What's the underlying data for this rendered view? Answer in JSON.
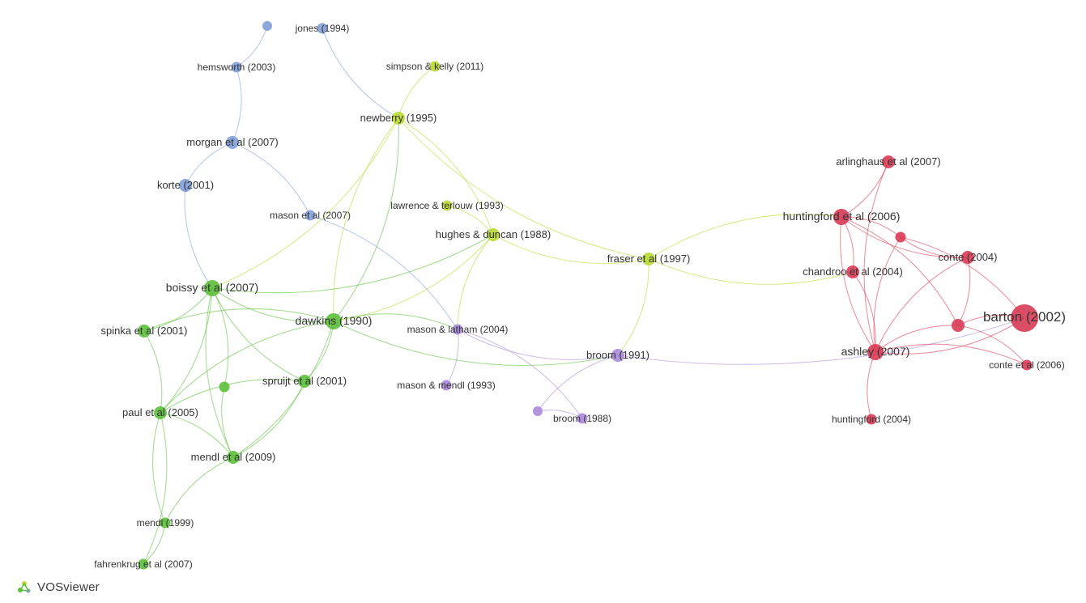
{
  "brand": {
    "name": "VOSviewer",
    "icon": "vosviewer-logo-icon"
  },
  "clusters": {
    "blue": "#7f9fd8",
    "yellow": "#b9d832",
    "green": "#5cbf3a",
    "purple": "#a98ad9",
    "red": "#d83a55"
  },
  "nodes": [
    {
      "id": "n1",
      "label": "",
      "cluster": "blue",
      "weight": 1
    },
    {
      "id": "n2",
      "label": "jones (1994)",
      "cluster": "blue",
      "weight": 2
    },
    {
      "id": "n3",
      "label": "hemsworth (2003)",
      "cluster": "blue",
      "weight": 2
    },
    {
      "id": "n4",
      "label": "morgan et al (2007)",
      "cluster": "blue",
      "weight": 3
    },
    {
      "id": "n5",
      "label": "korte (2001)",
      "cluster": "blue",
      "weight": 3
    },
    {
      "id": "n6",
      "label": "mason et al (2007)",
      "cluster": "blue",
      "weight": 2
    },
    {
      "id": "n7",
      "label": "simpson & kelly (2011)",
      "cluster": "yellow",
      "weight": 2
    },
    {
      "id": "n8",
      "label": "newberry (1995)",
      "cluster": "yellow",
      "weight": 3
    },
    {
      "id": "n9",
      "label": "lawrence & terlouw (1993)",
      "cluster": "yellow",
      "weight": 2
    },
    {
      "id": "n10",
      "label": "hughes & duncan (1988)",
      "cluster": "yellow",
      "weight": 3
    },
    {
      "id": "n11",
      "label": "fraser et al (1997)",
      "cluster": "yellow",
      "weight": 3
    },
    {
      "id": "n12",
      "label": "boissy et al (2007)",
      "cluster": "green",
      "weight": 4
    },
    {
      "id": "n13",
      "label": "dawkins (1990)",
      "cluster": "green",
      "weight": 4
    },
    {
      "id": "n14",
      "label": "spinka et al (2001)",
      "cluster": "green",
      "weight": 3
    },
    {
      "id": "n15",
      "label": "spruijt et al (2001)",
      "cluster": "green",
      "weight": 3
    },
    {
      "id": "n16",
      "label": "",
      "cluster": "green",
      "weight": 2
    },
    {
      "id": "n17",
      "label": "paul et al (2005)",
      "cluster": "green",
      "weight": 3
    },
    {
      "id": "n18",
      "label": "mendl et al (2009)",
      "cluster": "green",
      "weight": 3
    },
    {
      "id": "n19",
      "label": "mendl (1999)",
      "cluster": "green",
      "weight": 2
    },
    {
      "id": "n20",
      "label": "fahrenkrug et al (2007)",
      "cluster": "green",
      "weight": 2
    },
    {
      "id": "n21",
      "label": "mason & latham (2004)",
      "cluster": "purple",
      "weight": 2
    },
    {
      "id": "n22",
      "label": "mason & mendl (1993)",
      "cluster": "purple",
      "weight": 2
    },
    {
      "id": "n23",
      "label": "broom (1991)",
      "cluster": "purple",
      "weight": 3
    },
    {
      "id": "n24",
      "label": "",
      "cluster": "purple",
      "weight": 1
    },
    {
      "id": "n25",
      "label": "broom (1988)",
      "cluster": "purple",
      "weight": 2
    },
    {
      "id": "n26",
      "label": "arlinghaus et al (2007)",
      "cluster": "red",
      "weight": 3
    },
    {
      "id": "n27",
      "label": "huntingford et al (2006)",
      "cluster": "red",
      "weight": 4
    },
    {
      "id": "n28",
      "label": "",
      "cluster": "red",
      "weight": 2
    },
    {
      "id": "n29",
      "label": "conte (2004)",
      "cluster": "red",
      "weight": 3
    },
    {
      "id": "n30",
      "label": "chandroo et al (2004)",
      "cluster": "red",
      "weight": 3
    },
    {
      "id": "n31",
      "label": "barton (2002)",
      "cluster": "red",
      "weight": 6
    },
    {
      "id": "n32",
      "label": "",
      "cluster": "red",
      "weight": 3
    },
    {
      "id": "n33",
      "label": "ashley (2007)",
      "cluster": "red",
      "weight": 4
    },
    {
      "id": "n34",
      "label": "conte et al (2006)",
      "cluster": "red",
      "weight": 2
    },
    {
      "id": "n35",
      "label": "huntingford (2004)",
      "cluster": "red",
      "weight": 2
    }
  ],
  "links": [
    [
      "n1",
      "n3"
    ],
    [
      "n2",
      "n8"
    ],
    [
      "n3",
      "n4"
    ],
    [
      "n4",
      "n5"
    ],
    [
      "n4",
      "n6"
    ],
    [
      "n5",
      "n12"
    ],
    [
      "n6",
      "n21"
    ],
    [
      "n7",
      "n8"
    ],
    [
      "n8",
      "n10"
    ],
    [
      "n8",
      "n11"
    ],
    [
      "n8",
      "n12"
    ],
    [
      "n8",
      "n13"
    ],
    [
      "n9",
      "n10"
    ],
    [
      "n10",
      "n11"
    ],
    [
      "n10",
      "n13"
    ],
    [
      "n10",
      "n21"
    ],
    [
      "n11",
      "n27"
    ],
    [
      "n11",
      "n30"
    ],
    [
      "n11",
      "n23"
    ],
    [
      "n12",
      "n13"
    ],
    [
      "n12",
      "n14"
    ],
    [
      "n12",
      "n15"
    ],
    [
      "n12",
      "n17"
    ],
    [
      "n12",
      "n18"
    ],
    [
      "n12",
      "n16"
    ],
    [
      "n13",
      "n14"
    ],
    [
      "n13",
      "n15"
    ],
    [
      "n13",
      "n17"
    ],
    [
      "n13",
      "n18"
    ],
    [
      "n13",
      "n23"
    ],
    [
      "n13",
      "n21"
    ],
    [
      "n13",
      "n8"
    ],
    [
      "n14",
      "n17"
    ],
    [
      "n15",
      "n17"
    ],
    [
      "n15",
      "n18"
    ],
    [
      "n16",
      "n18"
    ],
    [
      "n17",
      "n18"
    ],
    [
      "n17",
      "n19"
    ],
    [
      "n17",
      "n20"
    ],
    [
      "n18",
      "n19"
    ],
    [
      "n19",
      "n20"
    ],
    [
      "n12",
      "n10"
    ],
    [
      "n21",
      "n22"
    ],
    [
      "n21",
      "n23"
    ],
    [
      "n21",
      "n25"
    ],
    [
      "n23",
      "n24"
    ],
    [
      "n24",
      "n25"
    ],
    [
      "n23",
      "n31"
    ],
    [
      "n26",
      "n27"
    ],
    [
      "n26",
      "n33"
    ],
    [
      "n27",
      "n28"
    ],
    [
      "n27",
      "n29"
    ],
    [
      "n27",
      "n30"
    ],
    [
      "n27",
      "n33"
    ],
    [
      "n27",
      "n32"
    ],
    [
      "n28",
      "n33"
    ],
    [
      "n28",
      "n31"
    ],
    [
      "n28",
      "n29"
    ],
    [
      "n29",
      "n32"
    ],
    [
      "n29",
      "n33"
    ],
    [
      "n30",
      "n33"
    ],
    [
      "n31",
      "n32"
    ],
    [
      "n31",
      "n33"
    ],
    [
      "n32",
      "n33"
    ],
    [
      "n33",
      "n34"
    ],
    [
      "n33",
      "n35"
    ],
    [
      "n32",
      "n34"
    ]
  ]
}
